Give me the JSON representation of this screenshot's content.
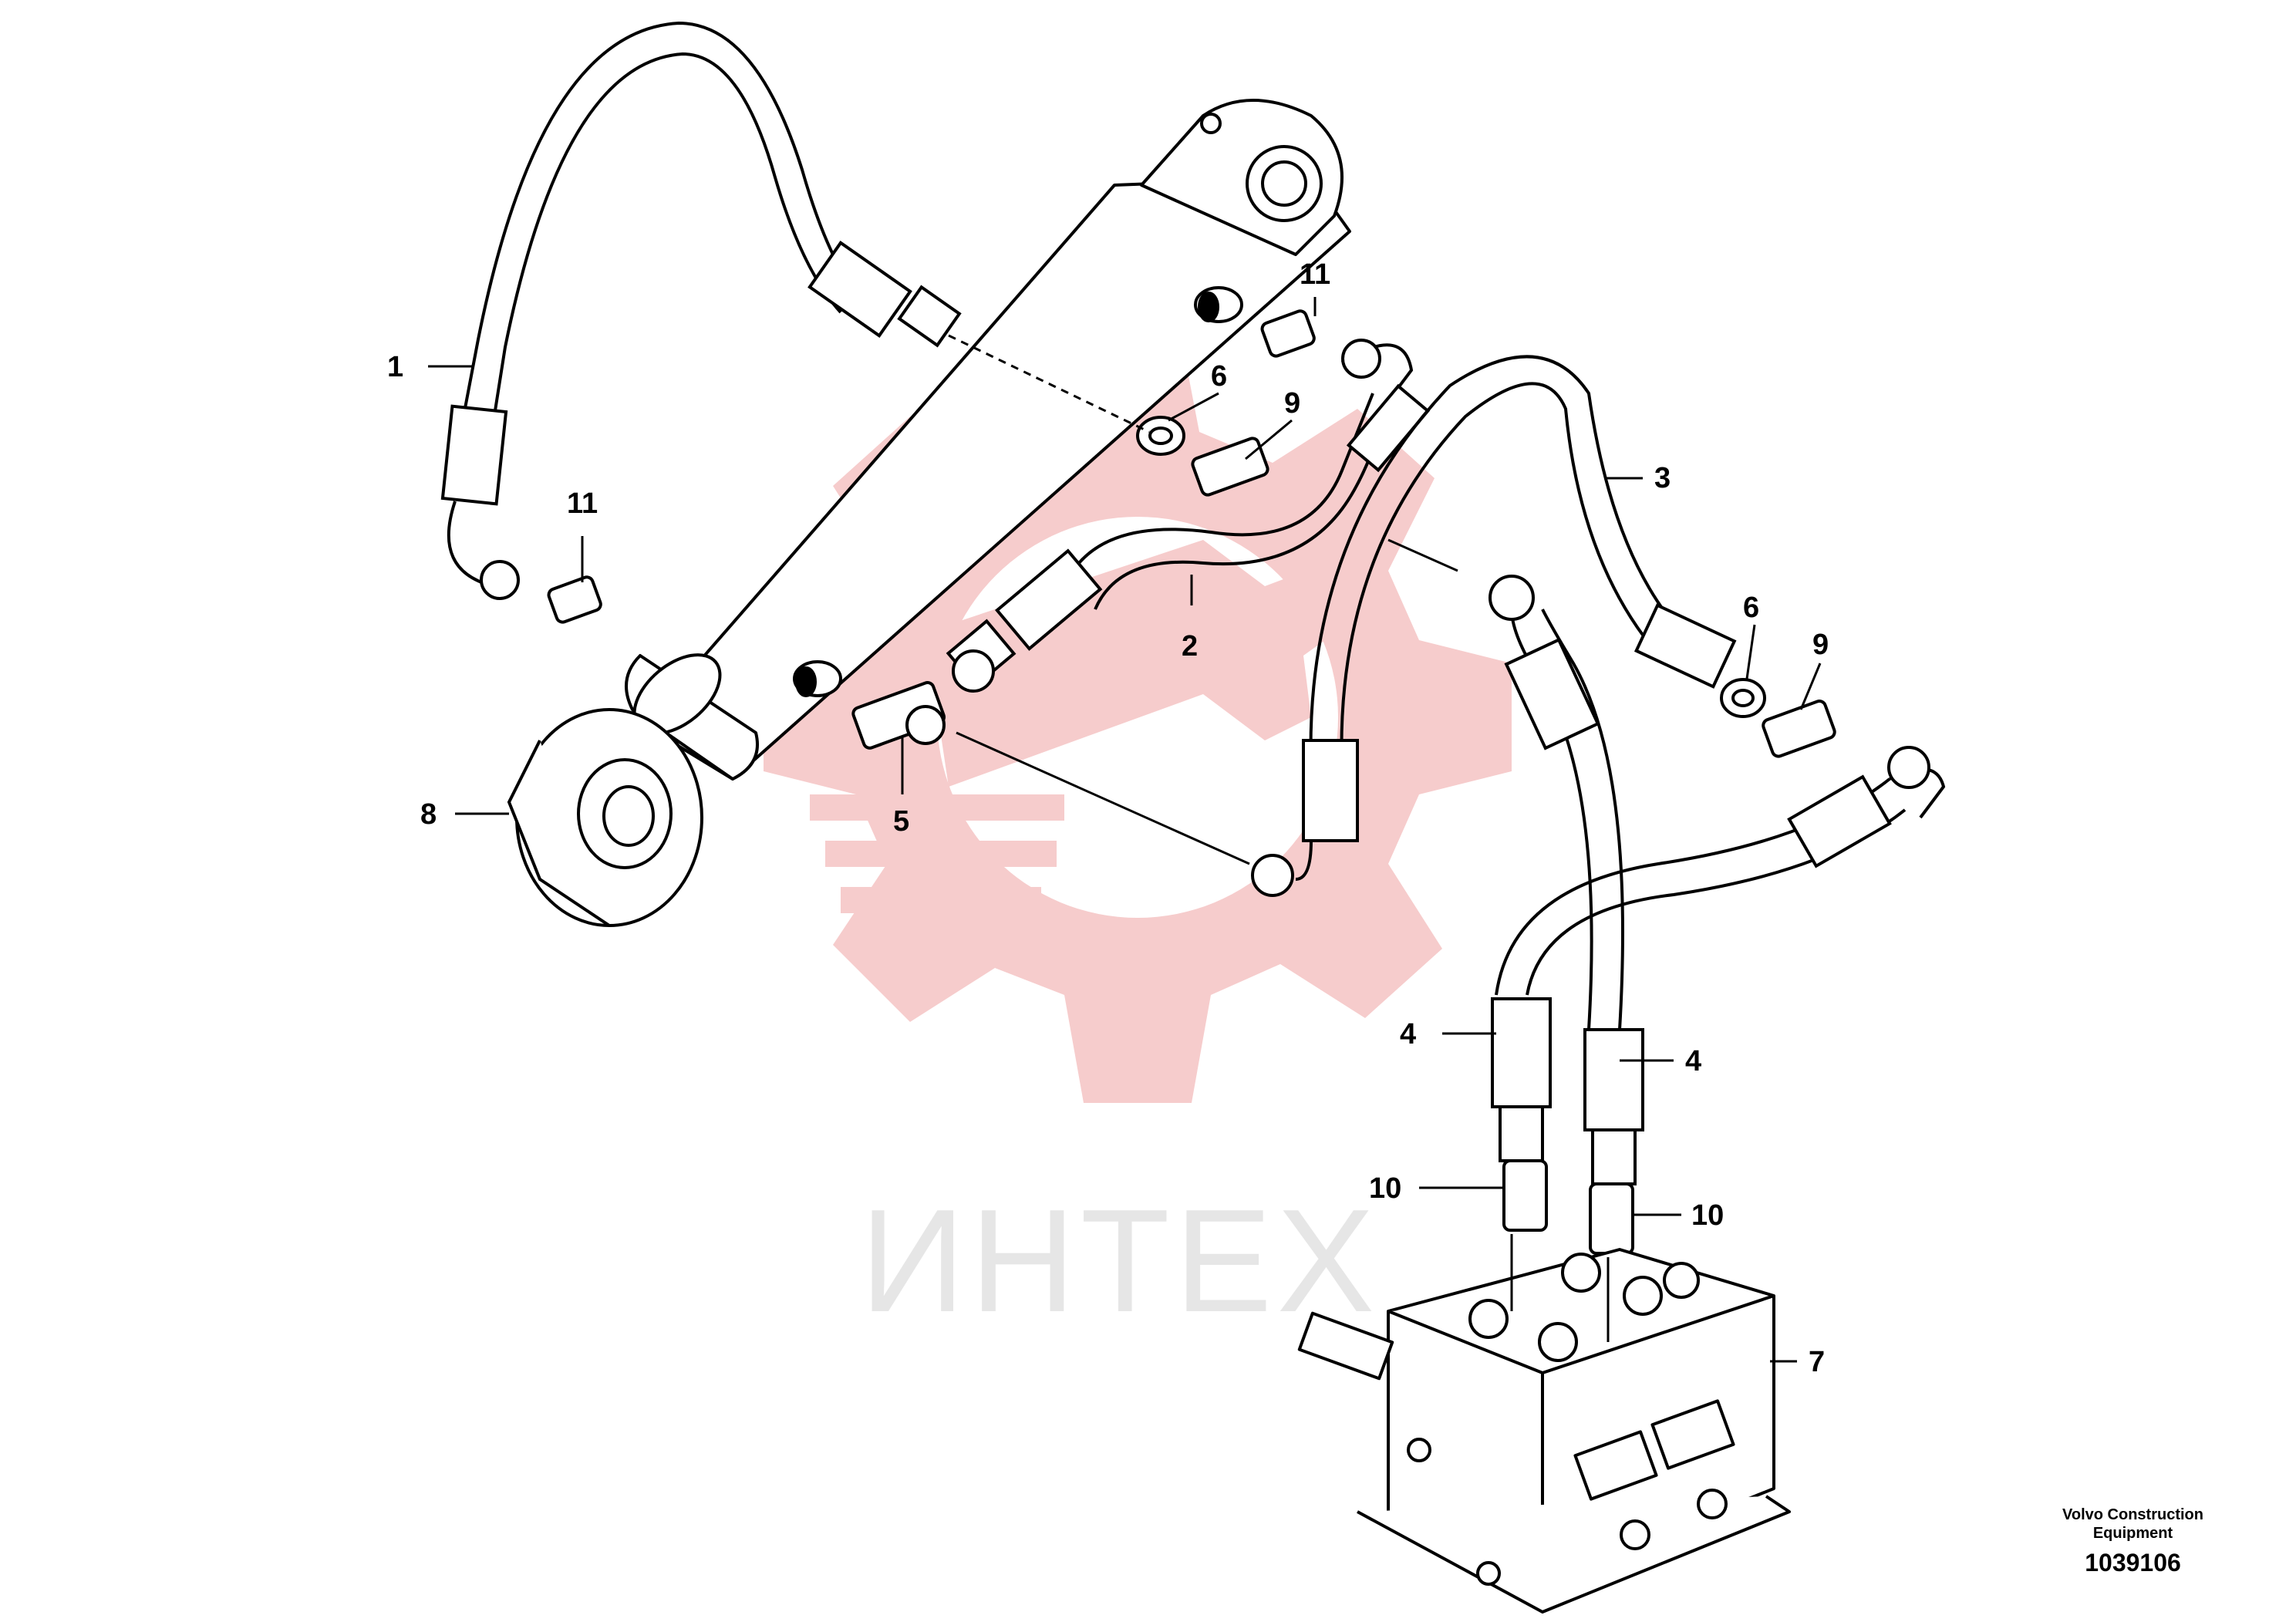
{
  "watermark": {
    "text": "ИНТЕХ",
    "gear_color": "#f6cccc",
    "text_color": "#e6e6e6"
  },
  "callouts": [
    "1",
    "2",
    "3",
    "4",
    "4",
    "5",
    "6",
    "6",
    "7",
    "8",
    "9",
    "9",
    "10",
    "10",
    "11",
    "11"
  ],
  "brand": {
    "line1": "Volvo Construction",
    "line2": "Equipment",
    "code": "1039106"
  },
  "colors": {
    "line": "#000000",
    "background": "#ffffff"
  }
}
